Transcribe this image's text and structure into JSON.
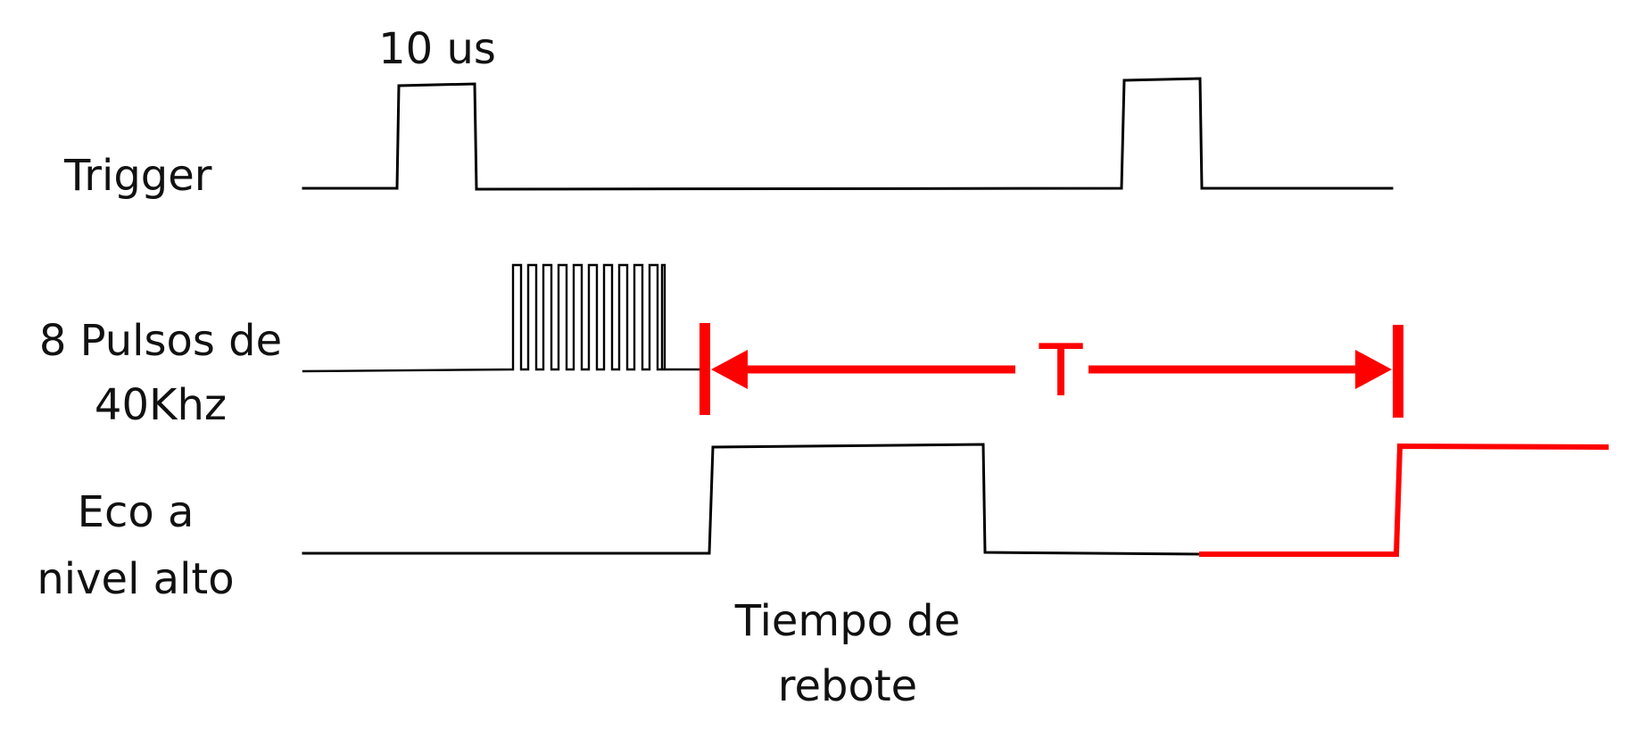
{
  "labels": {
    "pulse_width": "10 us",
    "trigger": "Trigger",
    "pulses_line1": "8 Pulsos de",
    "pulses_line2": "40Khz",
    "echo_line1": "Eco a",
    "echo_line2": "nivel alto",
    "bounce_line1": "Tiempo de",
    "bounce_line2": "rebote",
    "period": "T"
  },
  "colors": {
    "signal": "#000000",
    "highlight": "#ff0000",
    "text": "#111111",
    "background": "#ffffff"
  }
}
